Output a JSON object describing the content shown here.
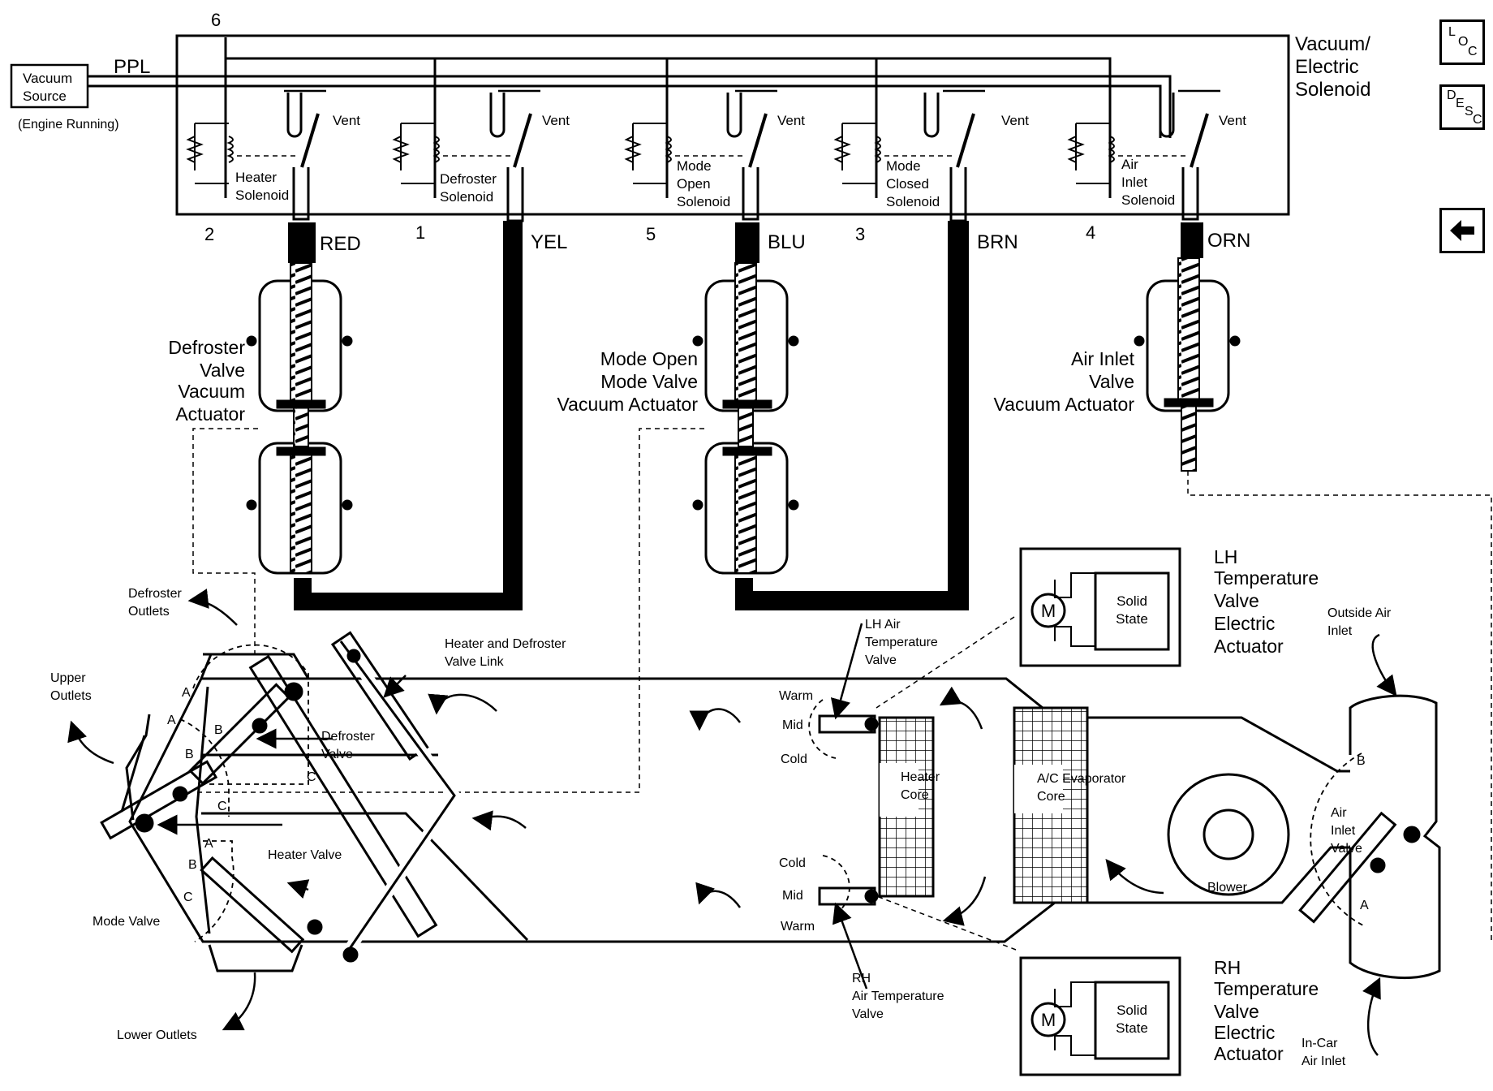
{
  "nav": {
    "loc": [
      "L",
      "O",
      "C"
    ],
    "desc": [
      "D",
      "E",
      "S",
      "C"
    ],
    "back_icon": "arrow-left-icon"
  },
  "solenoid_box": {
    "title": [
      "Vacuum/",
      "Electric",
      "Solenoid"
    ],
    "source": [
      "Vacuum",
      "Source"
    ],
    "source_note": "(Engine Running)",
    "ppl": "PPL",
    "pin_top": "6",
    "vent": "Vent",
    "solenoids": [
      {
        "name": [
          "Heater",
          "Solenoid"
        ],
        "pin": "2",
        "hose": "RED"
      },
      {
        "name": [
          "Defroster",
          "Solenoid"
        ],
        "pin": "1",
        "hose": "YEL"
      },
      {
        "name": [
          "Mode",
          "Open",
          "Solenoid"
        ],
        "pin": "5",
        "hose": "BLU"
      },
      {
        "name": [
          "Mode",
          "Closed",
          "Solenoid"
        ],
        "pin": "3",
        "hose": "BRN"
      },
      {
        "name": [
          "Air",
          "Inlet",
          "Solenoid"
        ],
        "pin": "4",
        "hose": "ORN"
      }
    ]
  },
  "actuators": {
    "defroster": [
      "Defroster",
      "Valve",
      "Vacuum",
      "Actuator"
    ],
    "mode": [
      "Mode Open",
      "Mode Valve",
      "Vacuum Actuator"
    ],
    "air_inlet": [
      "Air Inlet",
      "Valve",
      "Vacuum Actuator"
    ]
  },
  "electric": {
    "lh": [
      "LH",
      "Temperature",
      "Valve",
      "Electric",
      "Actuator"
    ],
    "rh": [
      "RH",
      "Temperature",
      "Valve",
      "Electric",
      "Actuator"
    ],
    "motor": "M",
    "solid_state": [
      "Solid",
      "State"
    ]
  },
  "labels": {
    "defroster_outlets": [
      "Defroster",
      "Outlets"
    ],
    "upper_outlets": [
      "Upper",
      "Outlets"
    ],
    "lower_outlets": "Lower Outlets",
    "mode_valve": "Mode Valve",
    "defroster_valve": [
      "Defroster",
      "Valve"
    ],
    "heater_valve": "Heater Valve",
    "link": [
      "Heater and Defroster",
      "Valve Link"
    ],
    "lh_air_temp": [
      "LH Air",
      "Temperature",
      "Valve"
    ],
    "rh_air_temp": [
      "RH",
      "Air Temperature",
      "Valve"
    ],
    "heater_core": [
      "Heater",
      "Core"
    ],
    "evaporator": [
      "A/C Evaporator",
      "Core"
    ],
    "blower": "Blower",
    "air_inlet_valve": [
      "Air",
      "Inlet",
      "Valve"
    ],
    "outside_air": [
      "Outside Air",
      "Inlet"
    ],
    "incar_air": [
      "In-Car",
      "Air Inlet"
    ],
    "warm": "Warm",
    "mid": "Mid",
    "cold": "Cold",
    "pos_a": "A",
    "pos_b": "B",
    "pos_c": "C"
  }
}
